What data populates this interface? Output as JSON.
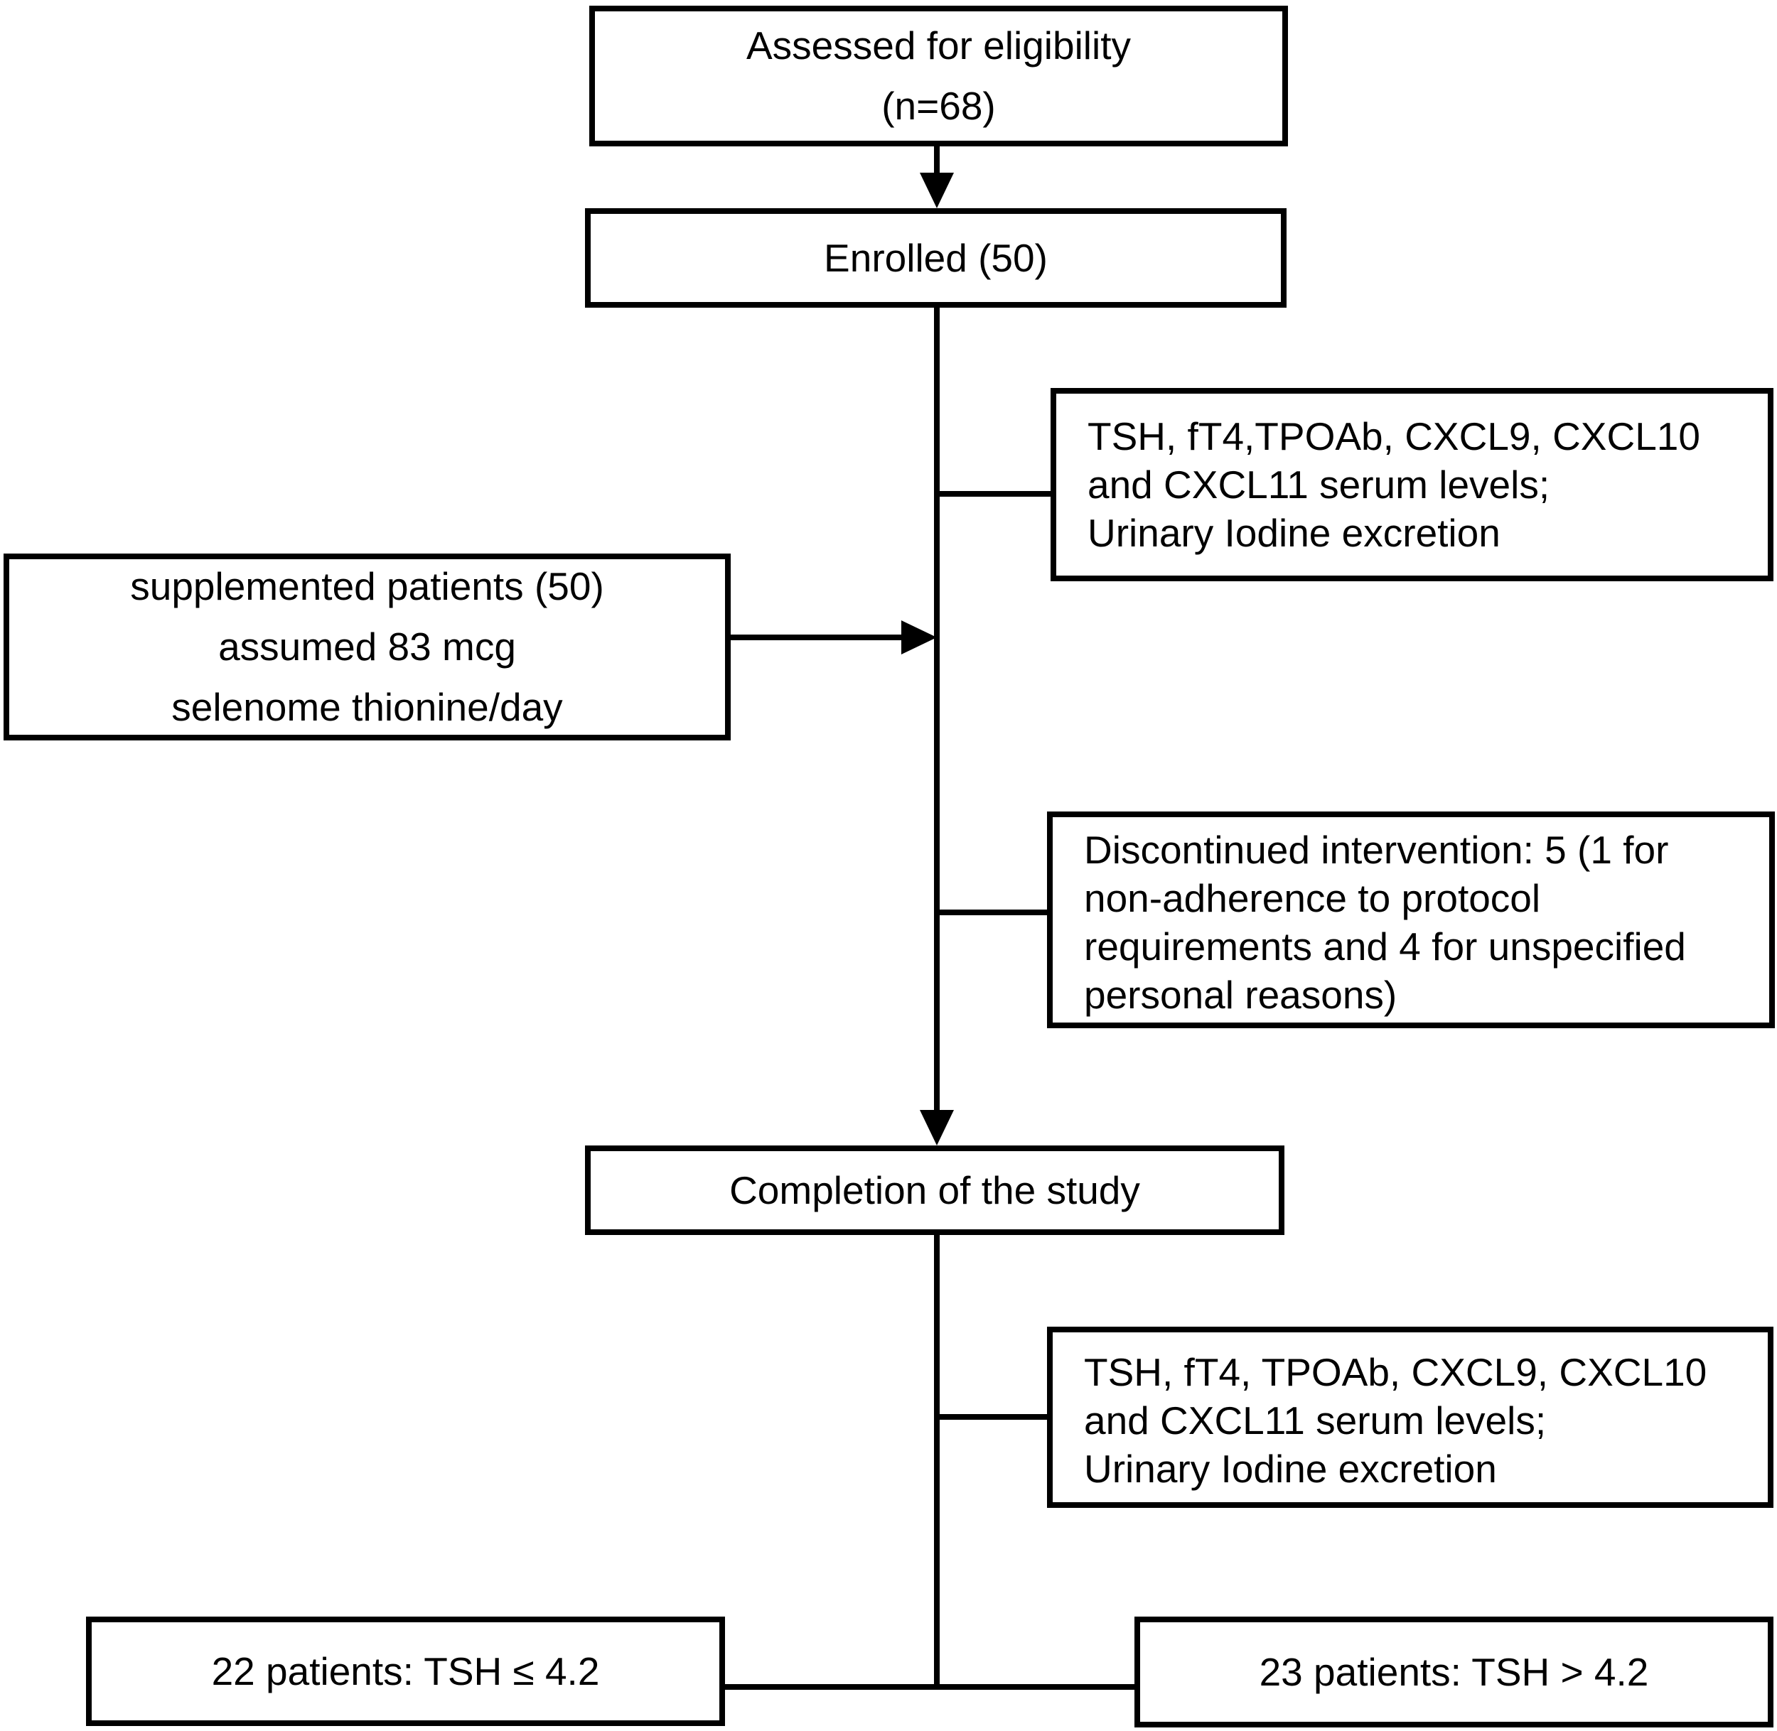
{
  "diagram": {
    "type": "study-flowchart",
    "background_color": "#ffffff",
    "line_color": "#000000",
    "boxes": {
      "assessed": {
        "lines": [
          "Assessed for eligibility",
          "(n=68)"
        ]
      },
      "enrolled": {
        "label": "Enrolled (50)"
      },
      "labs_baseline": {
        "lines": [
          "TSH, fT4,TPOAb, CXCL9, CXCL10",
          "and CXCL11 serum levels;",
          "Urinary Iodine excretion"
        ]
      },
      "supplemented": {
        "lines": [
          "supplemented patients (50)",
          "assumed 83 mcg",
          "selenome thionine/day"
        ]
      },
      "discontinued": {
        "lines": [
          "Discontinued intervention: 5 (1 for",
          "non-adherence to protocol",
          "requirements and 4 for unspecified",
          "personal reasons)"
        ]
      },
      "completion": {
        "label": "Completion of the study"
      },
      "labs_end": {
        "lines": [
          "TSH, fT4, TPOAb, CXCL9, CXCL10",
          "and CXCL11 serum levels;",
          "Urinary Iodine excretion"
        ]
      },
      "tsh_low": {
        "label": "22 patients: TSH ≤ 4.2"
      },
      "tsh_high": {
        "label": "23 patients: TSH > 4.2"
      }
    }
  }
}
